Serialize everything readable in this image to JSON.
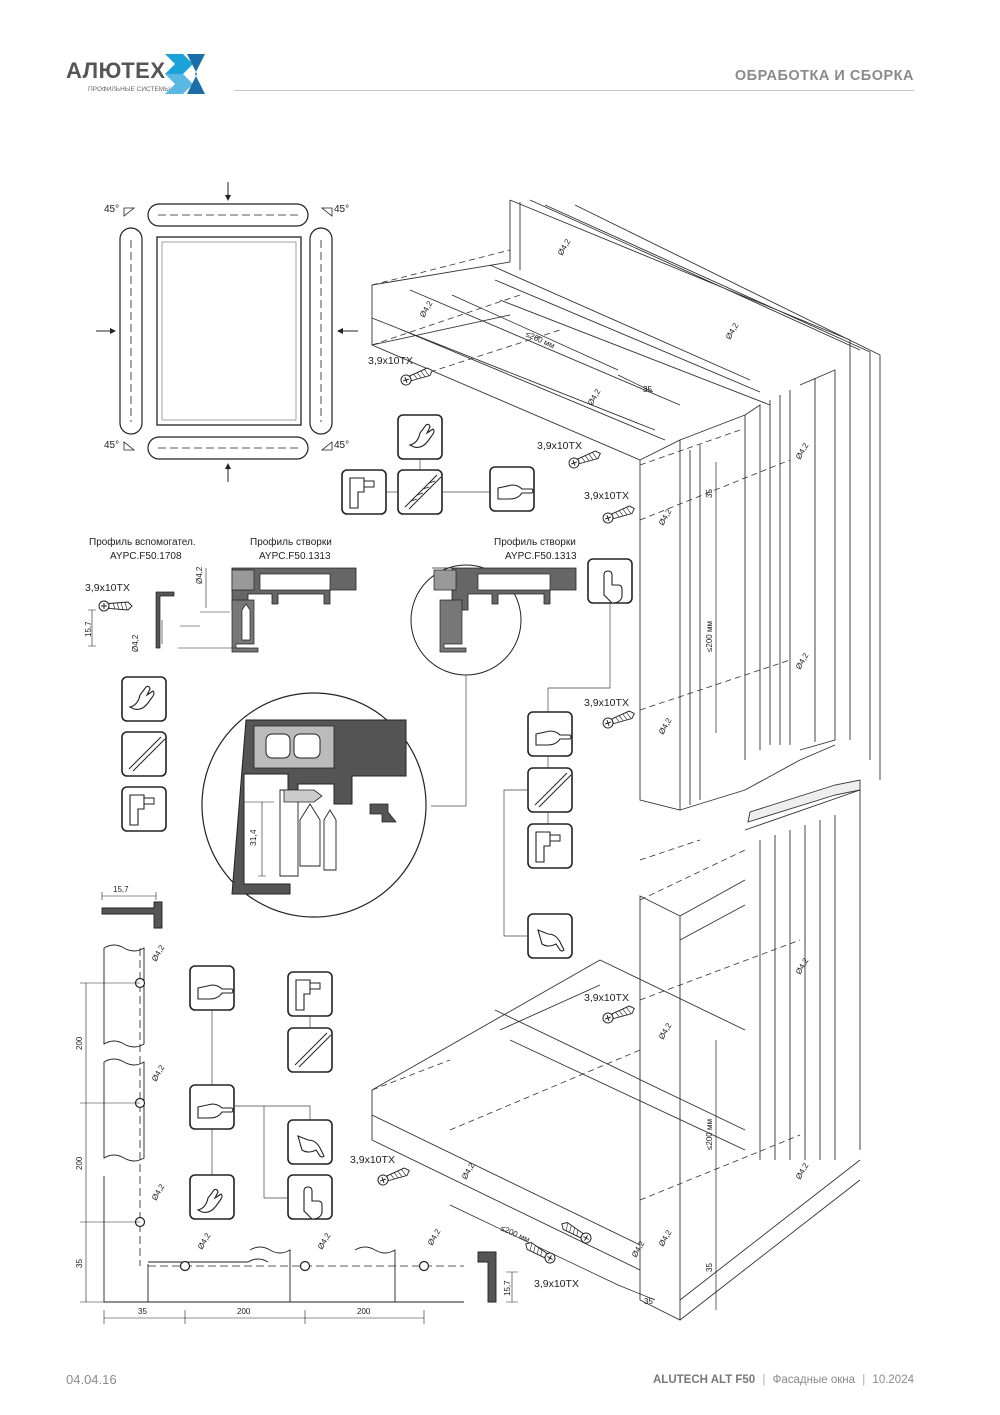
{
  "header": {
    "logo_text": "АЛЮТЕХ",
    "logo_subtext": "ПРОФИЛЬНЫЕ СИСТЕМЫ",
    "section_title": "ОБРАБОТКА И СБОРКА"
  },
  "footer": {
    "page_number": "04.04.16",
    "product": "ALUTECH ALT F50",
    "doc_title": "Фасадные окна",
    "date": "10.2024",
    "separator": "|"
  },
  "drawing": {
    "angle_label": "45°",
    "screw_label": "3,9x10TX",
    "hole_label": "Ø4,2",
    "spacing_label": "≤200 мм",
    "dim_35": "35",
    "dim_15_7": "15,7",
    "dim_31_4": "31,4",
    "dim_200": "200",
    "profile_aux_title": "Профиль вспомогател.",
    "profile_aux_code": "AYPC.F50.1708",
    "profile_sash_title": "Профиль створки",
    "profile_sash_code": "AYPC.F50.1313",
    "profile_sash_title_2": "Профиль створки",
    "profile_sash_code_2": "AYPC.F50.1313"
  },
  "colors": {
    "line": "#222222",
    "profile_fill": "#555555",
    "accent": "#1aa3d9",
    "text_gray": "#8a8a8a"
  }
}
